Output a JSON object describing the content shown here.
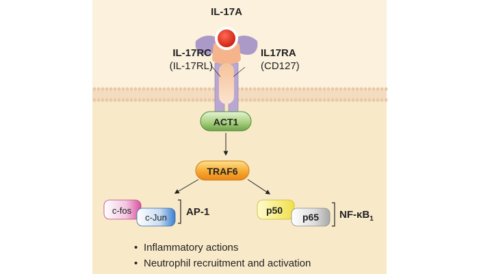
{
  "ligand": {
    "label": "IL-17A"
  },
  "receptors": {
    "left": {
      "name": "IL-17RC",
      "alias": "(IL-17RL)"
    },
    "right": {
      "name": "IL17RA",
      "alias": "(CD127)"
    }
  },
  "adaptor": {
    "label": "ACT1"
  },
  "kinase": {
    "label": "TRAF6"
  },
  "ap1": {
    "cfos": "c-fos",
    "cjun": "c-Jun",
    "label": "AP-1"
  },
  "nfkb": {
    "p50": "p50",
    "p65": "p65",
    "label": "NF-κB",
    "subscript": "1"
  },
  "outcomes": [
    "Inflammatory actions",
    "Neutrophil recruitment and activation"
  ],
  "colors": {
    "background": "#fbf1dd",
    "cytoplasm": "#f8e9c8",
    "membrane": "#e9c9a6",
    "receptor": "#b9a7d1",
    "ligand": "#e53923",
    "act1": "#8ab866",
    "traf6": "#f59c24"
  }
}
